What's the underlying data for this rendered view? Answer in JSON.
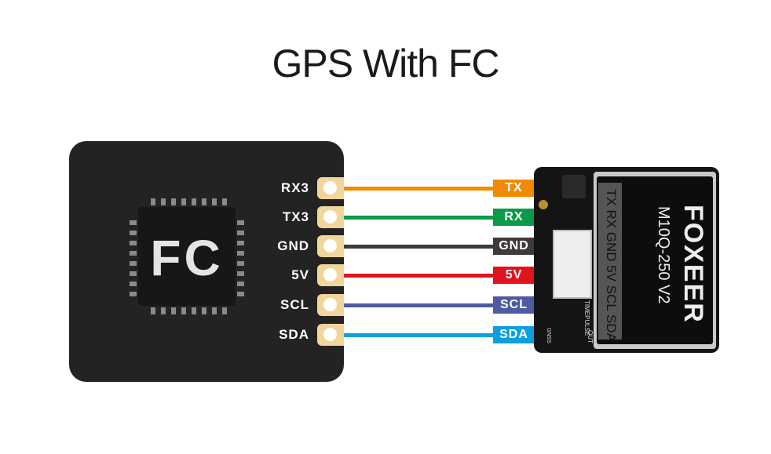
{
  "title": "GPS With FC",
  "fc": {
    "chip_label": "FC",
    "pins": [
      "RX3",
      "TX3",
      "GND",
      "5V",
      "SCL",
      "SDA"
    ]
  },
  "gps": {
    "pins": [
      "TX",
      "RX",
      "GND",
      "5V",
      "SCL",
      "SDA"
    ],
    "brand": "FOXEER",
    "model": "M10Q-250 V2",
    "silk_strip": "TX RX GND 5V SCL SDA",
    "marks": [
      "TIMEPULSE",
      "GNSS",
      "OUT"
    ]
  },
  "wire_colors": [
    "#f08a00",
    "#0a9a48",
    "#3e3a3a",
    "#e0141e",
    "#4f5aa0",
    "#0aa0e0"
  ]
}
